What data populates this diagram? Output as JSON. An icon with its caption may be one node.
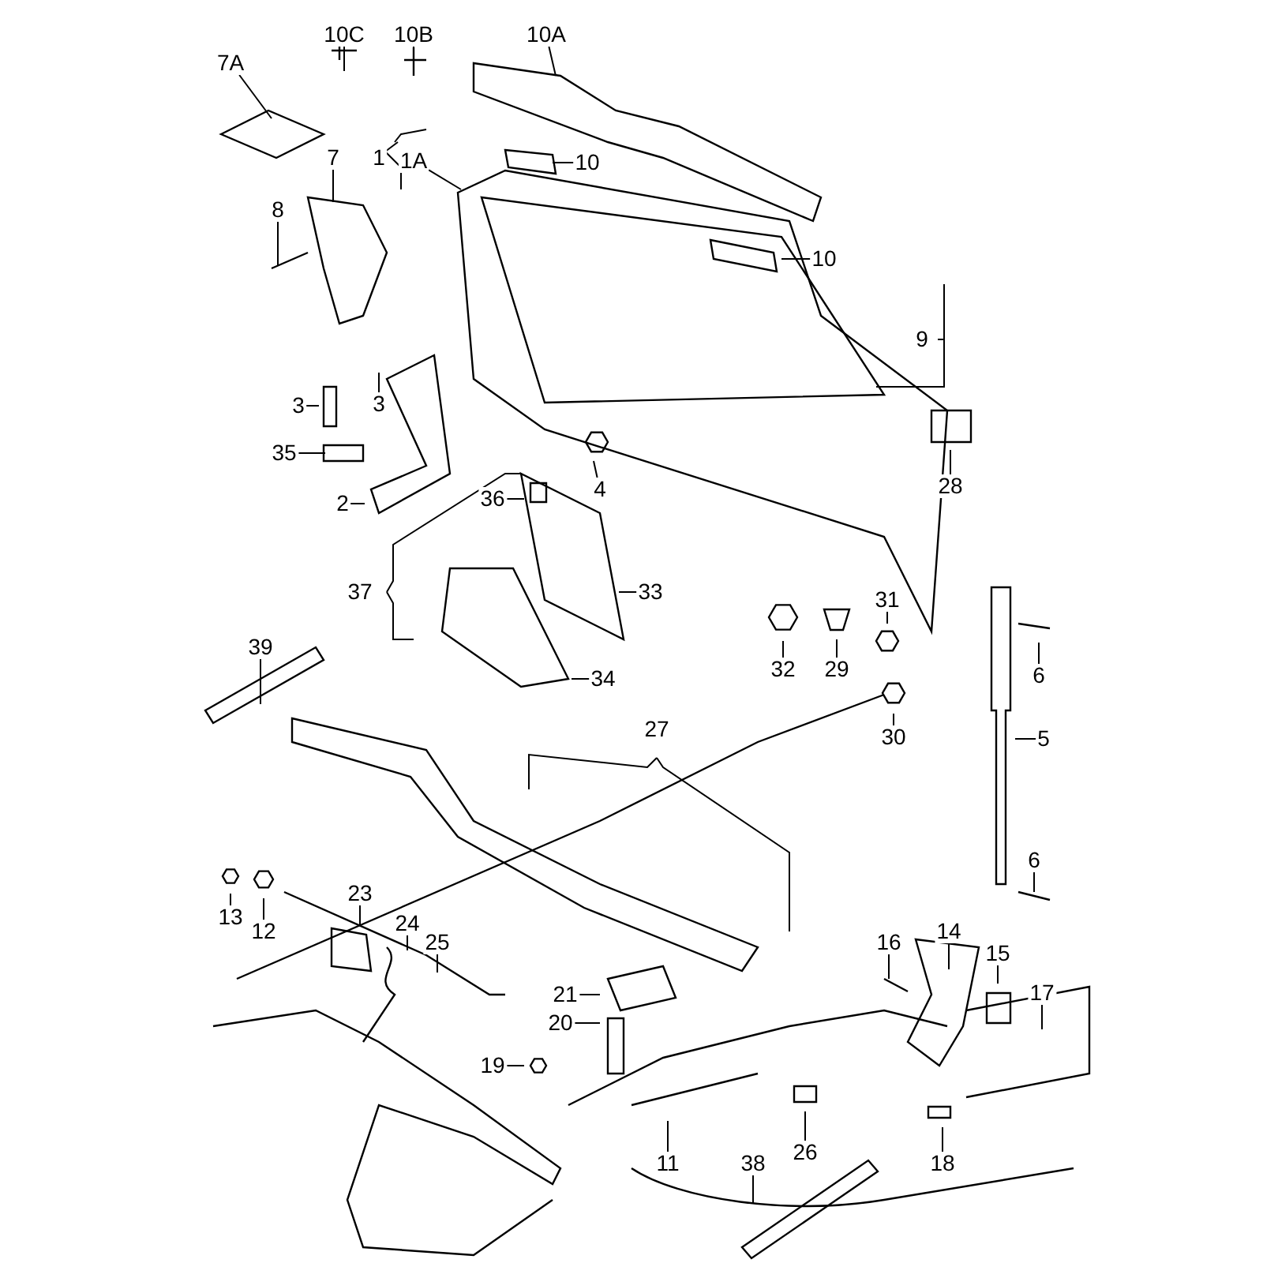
{
  "diagram": {
    "nodes": [
      {
        "text": [
          "7A"
        ]
      },
      {
        "text": [
          "10C"
        ]
      },
      {
        "text": [
          "10B"
        ]
      },
      {
        "text": [
          "10A"
        ]
      },
      {
        "text": [
          "1A"
        ]
      },
      {
        "text": [
          "10"
        ]
      },
      {
        "text": [
          "7"
        ]
      },
      {
        "text": [
          "8"
        ]
      },
      {
        "text": [
          "10"
        ]
      },
      {
        "text": [
          "3"
        ]
      },
      {
        "text": [
          "3"
        ]
      },
      {
        "text": [
          "35"
        ]
      },
      {
        "text": [
          "2"
        ]
      },
      {
        "text": [
          "4"
        ]
      },
      {
        "text": [
          "28"
        ]
      },
      {
        "text": [
          "36"
        ]
      },
      {
        "text": [
          "33"
        ]
      },
      {
        "text": [
          "34"
        ]
      },
      {
        "text": [
          "39"
        ]
      },
      {
        "text": [
          "32"
        ]
      },
      {
        "text": [
          "29"
        ]
      },
      {
        "text": [
          "31"
        ]
      },
      {
        "text": [
          "6"
        ]
      },
      {
        "text": [
          "30"
        ]
      },
      {
        "text": [
          "5"
        ]
      },
      {
        "text": [
          "6"
        ]
      },
      {
        "text": [
          "13"
        ]
      },
      {
        "text": [
          "12"
        ]
      },
      {
        "text": [
          "23"
        ]
      },
      {
        "text": [
          "24"
        ]
      },
      {
        "text": [
          "25"
        ]
      },
      {
        "text": [
          "14"
        ]
      },
      {
        "text": [
          "16"
        ]
      },
      {
        "text": [
          "15"
        ]
      },
      {
        "text": [
          "17"
        ]
      },
      {
        "text": [
          "21"
        ]
      },
      {
        "text": [
          "20"
        ]
      },
      {
        "text": [
          "19"
        ]
      },
      {
        "text": [
          "11"
        ]
      },
      {
        "text": [
          "26"
        ]
      },
      {
        "text": [
          "18"
        ]
      },
      {
        "text": [
          "38"
        ]
      },
      {
        "text": [
          "1"
        ]
      },
      {
        "text": [
          "9"
        ]
      },
      {
        "text": [
          "37"
        ]
      },
      {
        "text": [
          "27"
        ]
      }
    ],
    "edges": [
      {
        "from": 0,
        "to": null,
        "arrow": "none"
      },
      {
        "from": 1,
        "to": null,
        "arrow": "none"
      },
      {
        "from": 2,
        "to": null,
        "arrow": "none"
      },
      {
        "from": 3,
        "to": null,
        "arrow": "none"
      },
      {
        "from": 4,
        "to": null,
        "arrow": "none"
      },
      {
        "from": 5,
        "to": null,
        "arrow": "none"
      },
      {
        "from": 6,
        "to": null,
        "arrow": "none"
      },
      {
        "from": 7,
        "to": null,
        "arrow": "none"
      },
      {
        "from": 8,
        "to": null,
        "arrow": "none"
      },
      {
        "from": 9,
        "to": null,
        "arrow": "none"
      },
      {
        "from": 10,
        "to": null,
        "arrow": "none"
      },
      {
        "from": 11,
        "to": null,
        "arrow": "none"
      },
      {
        "from": 12,
        "to": null,
        "arrow": "none"
      },
      {
        "from": 13,
        "to": null,
        "arrow": "none"
      },
      {
        "from": 14,
        "to": null,
        "arrow": "none"
      },
      {
        "from": 15,
        "to": null,
        "arrow": "none"
      },
      {
        "from": 16,
        "to": null,
        "arrow": "none"
      },
      {
        "from": 17,
        "to": null,
        "arrow": "none"
      },
      {
        "from": 18,
        "to": null,
        "arrow": "none"
      },
      {
        "from": 19,
        "to": null,
        "arrow": "none"
      },
      {
        "from": 20,
        "to": null,
        "arrow": "none"
      },
      {
        "from": 21,
        "to": null,
        "arrow": "none"
      },
      {
        "from": 22,
        "to": null,
        "arrow": "none"
      },
      {
        "from": 23,
        "to": null,
        "arrow": "none"
      },
      {
        "from": 24,
        "to": null,
        "arrow": "none"
      },
      {
        "from": 25,
        "to": null,
        "arrow": "none"
      },
      {
        "from": 26,
        "to": null,
        "arrow": "none"
      },
      {
        "from": 27,
        "to": null,
        "arrow": "none"
      },
      {
        "from": 28,
        "to": null,
        "arrow": "none"
      },
      {
        "from": 29,
        "to": null,
        "arrow": "none"
      },
      {
        "from": 30,
        "to": null,
        "arrow": "none"
      },
      {
        "from": 31,
        "to": null,
        "arrow": "none"
      },
      {
        "from": 32,
        "to": null,
        "arrow": "none"
      },
      {
        "from": 33,
        "to": null,
        "arrow": "none"
      },
      {
        "from": 34,
        "to": null,
        "arrow": "none"
      },
      {
        "from": 35,
        "to": null,
        "arrow": "none"
      },
      {
        "from": 36,
        "to": null,
        "arrow": "none"
      },
      {
        "from": 37,
        "to": null,
        "arrow": "none"
      },
      {
        "from": 38,
        "to": null,
        "arrow": "none"
      },
      {
        "from": 39,
        "to": null,
        "arrow": "none"
      },
      {
        "from": 40,
        "to": null,
        "arrow": "none"
      },
      {
        "from": 41,
        "to": null,
        "arrow": "none"
      }
    ]
  }
}
